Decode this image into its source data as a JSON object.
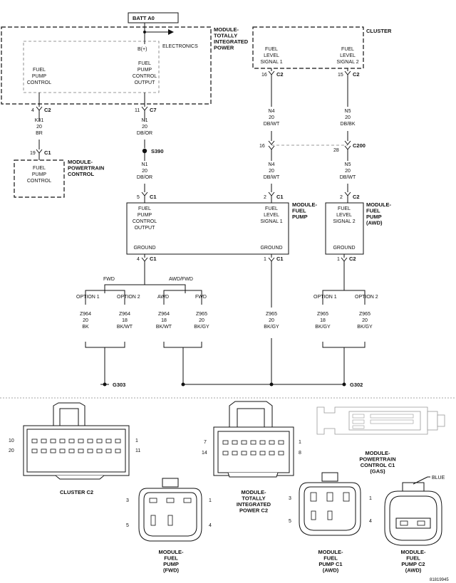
{
  "modules": {
    "tip": {
      "name": "MODULE-\nTOTALLY\nINTEGRATED\nPOWER",
      "electronics": "ELECTRONICS",
      "bplus": "B(+)",
      "pin_left": "FUEL\nPUMP\nCONTROL",
      "pin_right": "FUEL\nPUMP\nCONTROL\nOUTPUT"
    },
    "cluster": {
      "name": "CLUSTER",
      "pin_left": "FUEL\nLEVEL\nSIGNAL 1",
      "pin_right": "FUEL\nLEVEL\nSIGNAL 2"
    },
    "pcm": {
      "name": "MODULE-\nPOWERTRAIN\nCONTROL",
      "pin": "FUEL\nPUMP\nCONTROL"
    },
    "fuel_pump": {
      "name": "MODULE-\nFUEL\nPUMP",
      "pin_left": "FUEL\nPUMP\nCONTROL\nOUTPUT",
      "pin_right": "FUEL\nLEVEL\nSIGNAL 1",
      "ground_left": "GROUND",
      "ground_right": "GROUND"
    },
    "fuel_pump_awd": {
      "name": "MODULE-\nFUEL\nPUMP\n(AWD)",
      "pin": "FUEL\nLEVEL\nSIGNAL 2",
      "ground": "GROUND"
    }
  },
  "batt": "BATT A0",
  "connectors": {
    "tip_c2": [
      "4",
      "C2"
    ],
    "tip_c7": [
      "11",
      "C7"
    ],
    "cl_c2a": [
      "16",
      "C2"
    ],
    "cl_c2b": [
      "15",
      "C2"
    ],
    "pcm_c1": [
      "19",
      "C1"
    ],
    "c200_l": "16",
    "c200_r": "28",
    "c200": "C200",
    "s390": "S390",
    "fp_c1a": [
      "5",
      "C1"
    ],
    "fp_c1b": [
      "2",
      "C1"
    ],
    "awd_c2a": [
      "2",
      "C2"
    ],
    "fp_c1c": [
      "4",
      "C1"
    ],
    "fp_c1d": [
      "1",
      "C1"
    ],
    "awd_c2b": [
      "1",
      "C2"
    ]
  },
  "wires": {
    "k31": "K31\n20\nBR",
    "n1a": "N1\n20\nDB/OR",
    "n1b": "N1\n20\nDB/OR",
    "n4a": "N4\n20\nDB/WT",
    "n4b": "N4\n20\nDB/WT",
    "n5a": "N5\n20\nDB/BK",
    "n5b": "N5\n20\nDB/WT",
    "z964a": "Z964\n20\nBK",
    "z964b": "Z964\n18\nBK/WT",
    "z964c": "Z964\n18\nBK/WT",
    "z965a": "Z965\n20\nBK/GY",
    "z965b": "Z965\n20\nBK/GY",
    "z965c": "Z965\n18\nBK/GY",
    "z965d": "Z965\n20\nBK/GY"
  },
  "options": {
    "fwd": "FWD",
    "awdfwd": "AWD/FWD",
    "opt1": "OPTION 1",
    "opt2": "OPTION 2",
    "awd": "AWD",
    "fwd2": "FWD",
    "opt1b": "OPTION 1",
    "opt2b": "OPTION 2"
  },
  "grounds": {
    "g303": "G303",
    "g302": "G302"
  },
  "views": {
    "cluster_c2": {
      "title": "CLUSTER C2",
      "pins": [
        "10",
        "20",
        "1",
        "11"
      ]
    },
    "tip_c2": {
      "title": "MODULE-\nTOTALLY\nINTEGRATED\nPOWER C2",
      "pins": [
        "7",
        "14",
        "1",
        "8"
      ]
    },
    "pcm_c1": {
      "title": "MODULE-\nPOWERTRAIN\nCONTROL C1\n(GAS)"
    },
    "fp_fwd": {
      "title": "MODULE-\nFUEL\nPUMP\n(FWD)",
      "pins": [
        "3",
        "5",
        "1",
        "4"
      ]
    },
    "fp_c1_awd": {
      "title": "MODULE-\nFUEL\nPUMP C1\n(AWD)",
      "pins": [
        "3",
        "5",
        "1",
        "4"
      ]
    },
    "fp_c2_awd": {
      "title": "MODULE-\nFUEL\nPUMP C2\n(AWD)",
      "blue": "BLUE"
    }
  },
  "figure_id": "81819945"
}
